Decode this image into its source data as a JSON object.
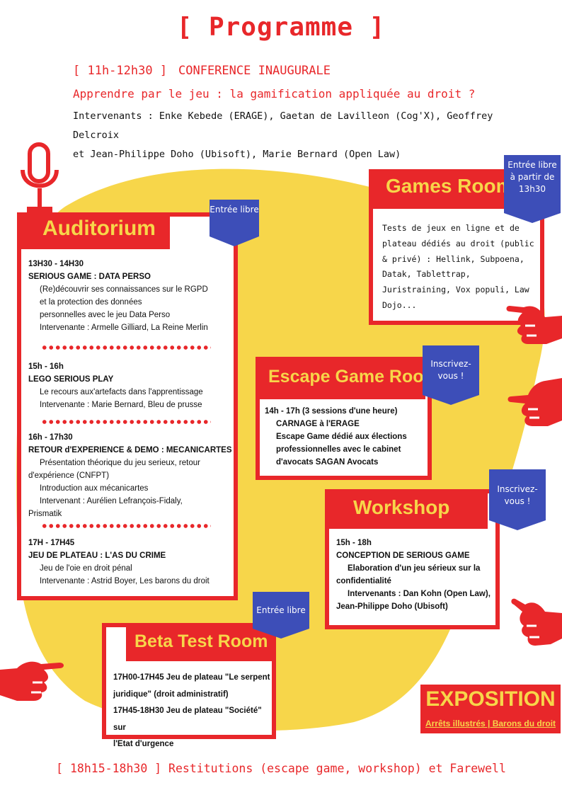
{
  "title": "[ Programme ]",
  "conference": {
    "time": "[ 11h-12h30 ]",
    "label": "CONFERENCE INAUGURALE",
    "subtitle": "Apprendre par le jeu : la gamification appliquée au droit ?",
    "speakers_line1": "Intervenants : Enke Kebede (ERAGE), Gaetan de Lavilleon (Cog'X), Geoffrey Delcroix",
    "speakers_line2": "et Jean-Philippe Doho (Ubisoft), Marie Bernard (Open Law)"
  },
  "auditorium": {
    "title": "Auditorium",
    "tag": "Entrée libre",
    "sessions": [
      {
        "time": "13H30 - 14H30",
        "name": "SERIOUS GAME : DATA PERSO",
        "lines": [
          "(Re)découvrir ses connaissances sur le RGPD",
          "et la protection des données",
          "personnelles avec le jeu Data Perso",
          "Intervenante : Armelle Gilliard, La Reine Merlin"
        ]
      },
      {
        "time": "15h - 16h",
        "name": "LEGO SERIOUS PLAY",
        "lines": [
          "Le recours aux'artefacts dans l'apprentissage",
          "Intervenante : Marie Bernard, Bleu de prusse"
        ]
      },
      {
        "time": "16h - 17h30",
        "name": "RETOUR d'EXPERIENCE & DEMO : MECANICARTES",
        "lines": [
          "Présentation théorique du jeu serieux, retour",
          "d'expérience (CNFPT)",
          "Introduction aux mécanicartes",
          "Intervenant : Aurélien Lefrançois-Fidaly,",
          "Prismatik"
        ]
      },
      {
        "time": "17H - 17H45",
        "name": "JEU DE PLATEAU : L'AS DU CRIME",
        "lines": [
          "Jeu de l'oie en droit pénal",
          "Intervenante : Astrid Boyer, Les barons du droit"
        ]
      }
    ]
  },
  "games_room": {
    "title": "Games Room",
    "tag": "Entrée libre à partir de 13h30",
    "tag_line1": "Entrée libre",
    "tag_line2": "à partir de",
    "tag_line3": "13h30",
    "text": "Tests de jeux en ligne et de plateau dédiés au droit (public & privé) : Hellink, Subpoena, Datak, Tablettrap, Juristraining, Vox populi, Law Dojo..."
  },
  "escape_room": {
    "title": "Escape Game Room",
    "tag_line1": "Inscrivez-",
    "tag_line2": "vous !",
    "time": "14h - 17h (3 sessions d'une heure)",
    "name": "CARNAGE à l'ERAGE",
    "line1": "Escape Game dédié aux élections",
    "line2": "professionnelles avec le cabinet",
    "line3": "d'avocats SAGAN Avocats"
  },
  "workshop": {
    "title": "Workshop",
    "tag_line1": "Inscrivez-",
    "tag_line2": "vous !",
    "time": "15h - 18h",
    "name": "CONCEPTION DE SERIOUS GAME",
    "line1": "Elaboration d'un jeu sérieux sur la",
    "line2": "confidentialité",
    "line3": "Intervenants : Dan Kohn (Open Law),",
    "line4": "Jean-Philippe Doho (Ubisoft)"
  },
  "beta_room": {
    "title": "Beta Test Room",
    "tag": "Entrée libre",
    "line1": "17H00-17H45 Jeu de plateau \"Le serpent",
    "line2": "juridique\" (droit administratif)",
    "line3": "17H45-18H30 Jeu de plateau \"Société\" sur",
    "line4": "l'Etat d'urgence"
  },
  "exposition": {
    "title": "EXPOSITION",
    "subtitle": "Arrêts illustrés | Barons du droit"
  },
  "footer": "[ 18h15-18h30 ] Restitutions (escape game, workshop) et Farewell",
  "colors": {
    "red": "#e8272a",
    "yellow": "#f7d64a",
    "blue": "#3d4eb8"
  },
  "icons": [
    "microphone-icon",
    "pointing-hand-icon"
  ]
}
